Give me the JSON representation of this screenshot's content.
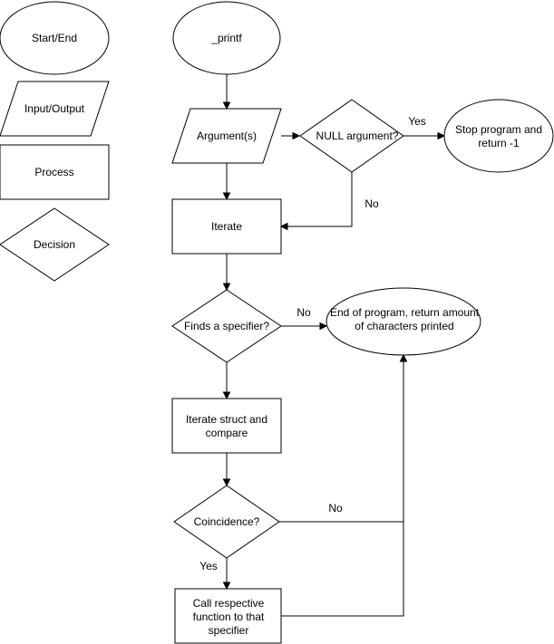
{
  "legend": {
    "start_end": "Start/End",
    "input_output": "Input/Output",
    "process": "Process",
    "decision": "Decision"
  },
  "nodes": {
    "printf": "_printf",
    "arguments": "Argument(s)",
    "null_check": "NULL argument?",
    "stop_1": "Stop program and",
    "stop_2": "return -1",
    "iterate": "Iterate",
    "finds_specifier": "Finds a specifier?",
    "end_1": "End of program, return amount",
    "end_2": "of characters printed",
    "iterate_struct_1": "Iterate struct and",
    "iterate_struct_2": "compare",
    "coincidence": "Coincidence?",
    "call_1": "Call respective",
    "call_2": "function to that",
    "call_3": "specifier"
  },
  "edge_labels": {
    "null_yes": "Yes",
    "null_no": "No",
    "specifier_no": "No",
    "coincidence_no": "No",
    "coincidence_yes": "Yes"
  }
}
